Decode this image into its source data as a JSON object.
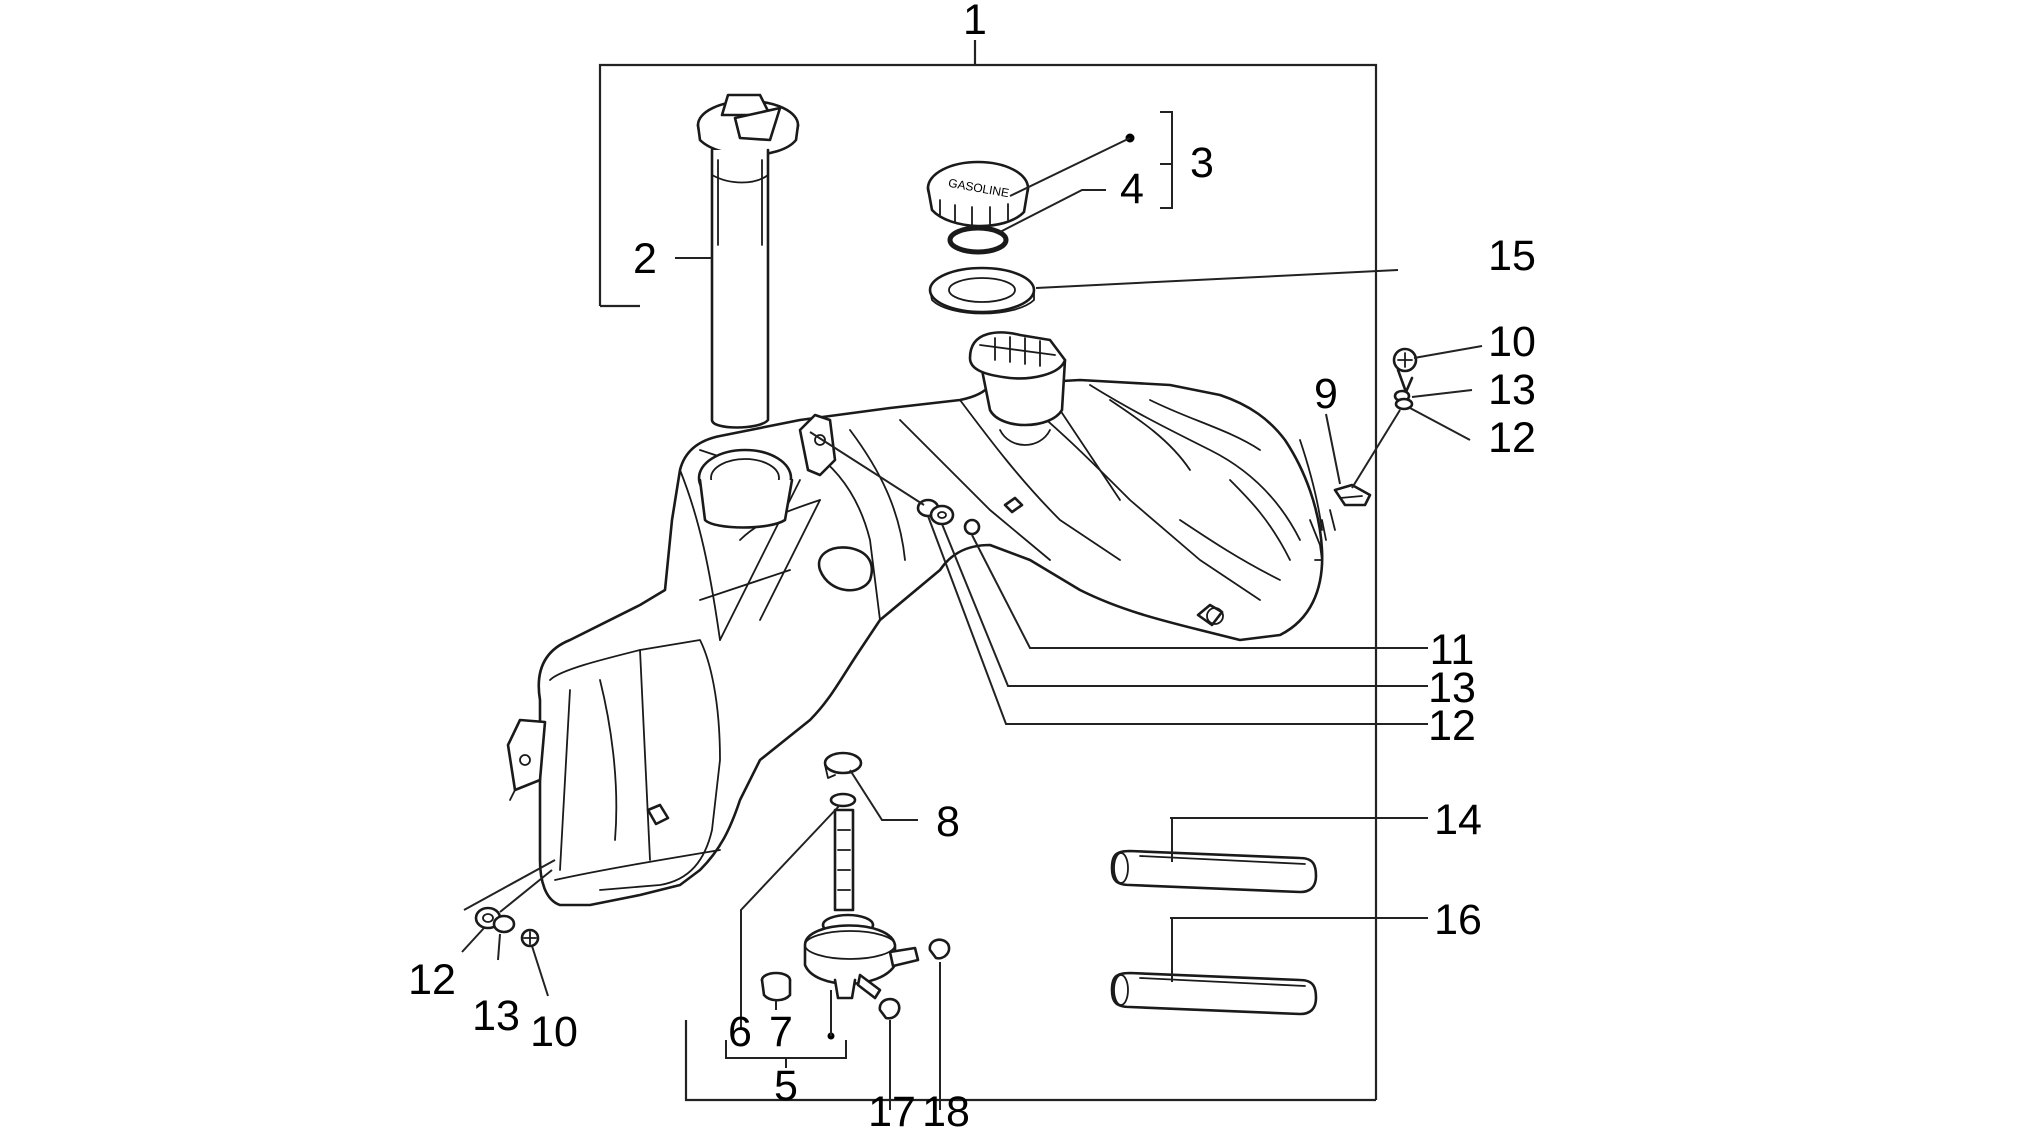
{
  "diagram": {
    "callouts": {
      "c1": "1",
      "c2": "2",
      "c3": "3",
      "c4": "4",
      "c5": "5",
      "c6": "6",
      "c7": "7",
      "c8": "8",
      "c9": "9",
      "c10_top": "10",
      "c10_bottom": "10",
      "c11": "11",
      "c12_top": "12",
      "c12_mid": "12",
      "c12_bottom": "12",
      "c13_top": "13",
      "c13_mid": "13",
      "c13_bottom": "13",
      "c14": "14",
      "c15": "15",
      "c16": "16",
      "c17": "17",
      "c18": "18"
    },
    "cap_logo_text": "GASOLINE"
  }
}
